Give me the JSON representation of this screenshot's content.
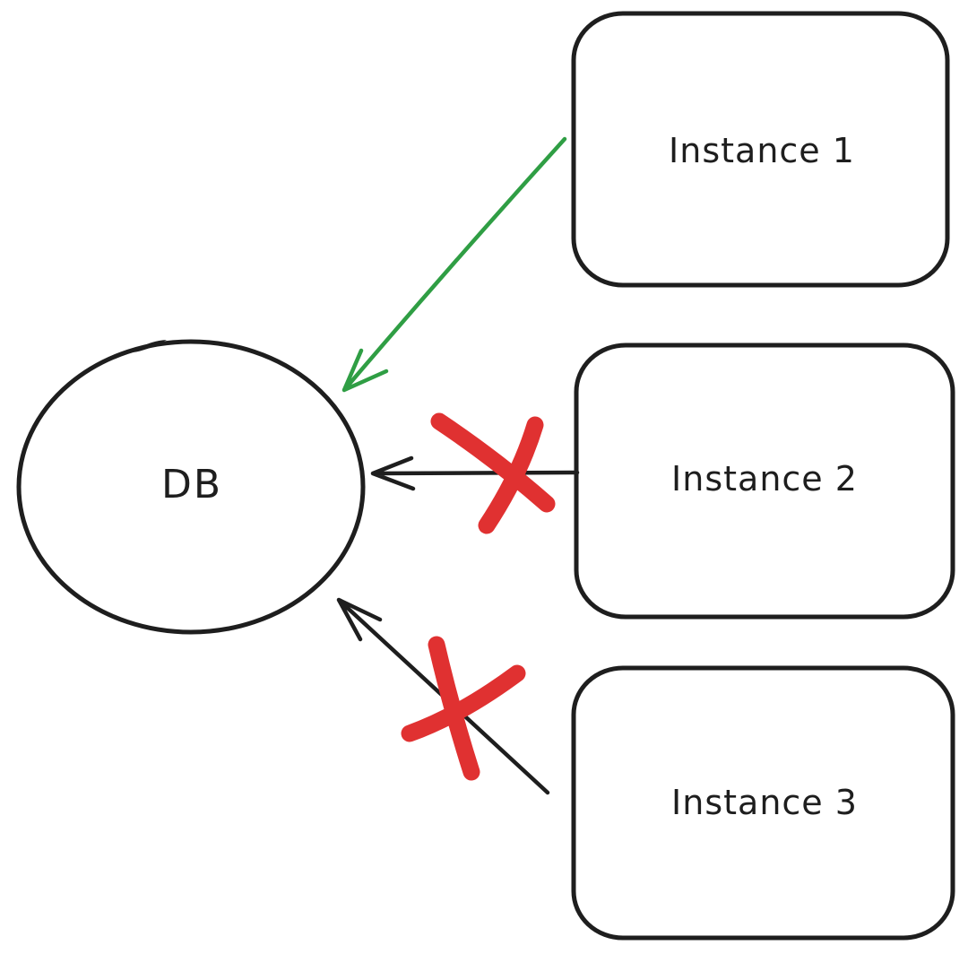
{
  "diagram": {
    "nodes": {
      "db": {
        "label": "DB",
        "shape": "ellipse"
      },
      "instances": [
        {
          "label": "Instance 1",
          "shape": "rounded-rectangle"
        },
        {
          "label": "Instance 2",
          "shape": "rounded-rectangle"
        },
        {
          "label": "Instance 3",
          "shape": "rounded-rectangle"
        }
      ]
    },
    "edges": [
      {
        "from": "Instance 1",
        "to": "DB",
        "arrow_color": "green",
        "crossed_out": false
      },
      {
        "from": "Instance 2",
        "to": "DB",
        "arrow_color": "black",
        "crossed_out": true
      },
      {
        "from": "Instance 3",
        "to": "DB",
        "arrow_color": "black",
        "crossed_out": true
      }
    ],
    "colors": {
      "ink": "#1e1e1e",
      "green": "#2f9e44",
      "red": "#e03131",
      "background": "#ffffff"
    }
  }
}
